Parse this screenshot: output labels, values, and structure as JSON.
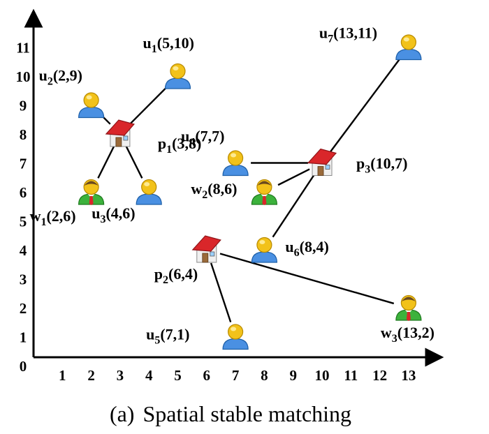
{
  "caption": {
    "tag": "(a)",
    "text": "Spatial stable matching"
  },
  "axes": {
    "x_ticks": [
      "1",
      "2",
      "3",
      "4",
      "5",
      "6",
      "7",
      "8",
      "9",
      "10",
      "11",
      "12",
      "13"
    ],
    "y_ticks": [
      "0",
      "1",
      "2",
      "3",
      "4",
      "5",
      "6",
      "7",
      "8",
      "9",
      "10",
      "11"
    ]
  },
  "points": [
    {
      "id": "u1",
      "kind": "user",
      "letter": "u",
      "sub": "1",
      "coords": "(5,10)",
      "x": 5,
      "y": 10
    },
    {
      "id": "u2",
      "kind": "user",
      "letter": "u",
      "sub": "2",
      "coords": "(2,9)",
      "x": 2,
      "y": 9
    },
    {
      "id": "u3",
      "kind": "user",
      "letter": "u",
      "sub": "3",
      "coords": "(4,6)",
      "x": 4,
      "y": 6
    },
    {
      "id": "u4",
      "kind": "user",
      "letter": "u",
      "sub": "4",
      "coords": "(7,7)",
      "x": 7,
      "y": 7
    },
    {
      "id": "u5",
      "kind": "user",
      "letter": "u",
      "sub": "5",
      "coords": "(7,1)",
      "x": 7,
      "y": 1
    },
    {
      "id": "u6",
      "kind": "user",
      "letter": "u",
      "sub": "6",
      "coords": "(8,4)",
      "x": 8,
      "y": 4
    },
    {
      "id": "u7",
      "kind": "user",
      "letter": "u",
      "sub": "7",
      "coords": "(13,11)",
      "x": 13,
      "y": 11
    },
    {
      "id": "w1",
      "kind": "worker",
      "letter": "w",
      "sub": "1",
      "coords": "(2,6)",
      "x": 2,
      "y": 6
    },
    {
      "id": "w2",
      "kind": "worker",
      "letter": "w",
      "sub": "2",
      "coords": "(8,6)",
      "x": 8,
      "y": 6
    },
    {
      "id": "w3",
      "kind": "worker",
      "letter": "w",
      "sub": "3",
      "coords": "(13,2)",
      "x": 13,
      "y": 2
    },
    {
      "id": "p1",
      "kind": "place",
      "letter": "p",
      "sub": "1",
      "coords": "(3,8)",
      "x": 3,
      "y": 8
    },
    {
      "id": "p2",
      "kind": "place",
      "letter": "p",
      "sub": "2",
      "coords": "(6,4)",
      "x": 6,
      "y": 4
    },
    {
      "id": "p3",
      "kind": "place",
      "letter": "p",
      "sub": "3",
      "coords": "(10,7)",
      "x": 10,
      "y": 7
    }
  ],
  "edges": [
    {
      "from": "p1",
      "to": "u1"
    },
    {
      "from": "p1",
      "to": "u2"
    },
    {
      "from": "p1",
      "to": "u3"
    },
    {
      "from": "p1",
      "to": "w1"
    },
    {
      "from": "p2",
      "to": "u5"
    },
    {
      "from": "p2",
      "to": "w3"
    },
    {
      "from": "p3",
      "to": "u4"
    },
    {
      "from": "p3",
      "to": "w2"
    },
    {
      "from": "p3",
      "to": "u6"
    },
    {
      "from": "p3",
      "to": "u7"
    }
  ],
  "colors": {
    "user_face": "#f2c21a",
    "user_body": "#4a90e2",
    "worker_face": "#f2c21a",
    "worker_body": "#3cb23c",
    "worker_tie": "#d9262a",
    "house_roof": "#d9262a",
    "house_wall": "#f0f0f0"
  }
}
